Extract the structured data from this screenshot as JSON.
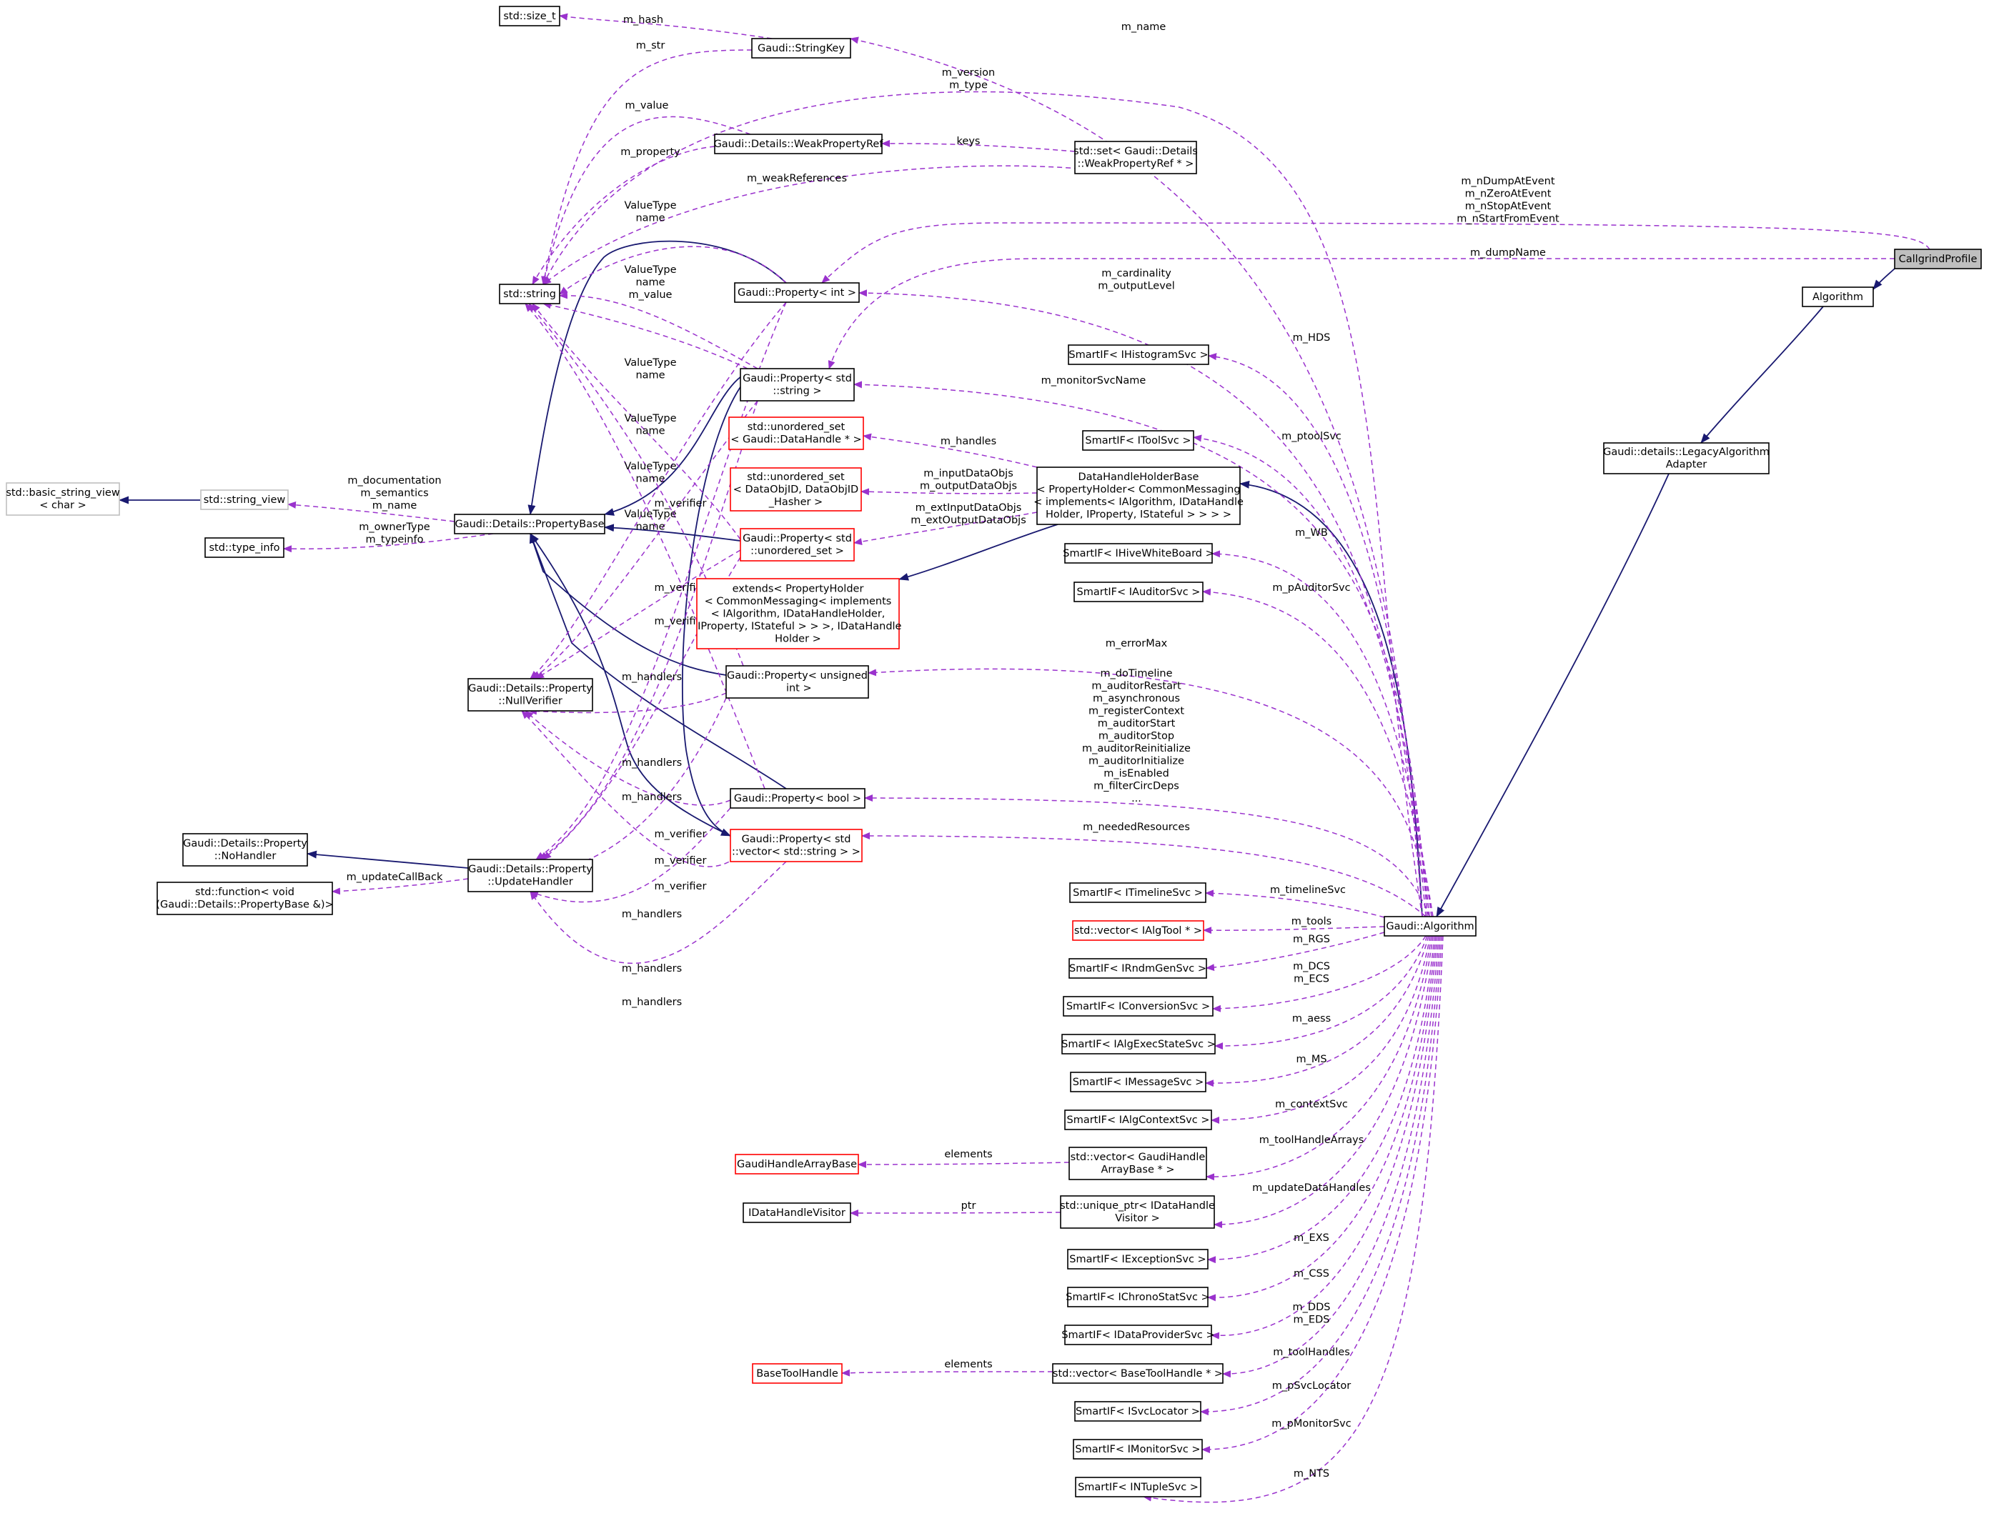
{
  "nodes": {
    "callgrind": [
      "CallgrindProfile"
    ],
    "algorithm": [
      "Algorithm"
    ],
    "legacy": [
      "Gaudi::details::LegacyAlgorithm",
      "Adapter"
    ],
    "gaudi_alg": [
      "Gaudi::Algorithm"
    ],
    "size_t": [
      "std::size_t"
    ],
    "stringkey": [
      "Gaudi::StringKey"
    ],
    "weakref": [
      "Gaudi::Details::WeakPropertyRef"
    ],
    "set_weak": [
      "std::set< Gaudi::Details",
      "::WeakPropertyRef * >"
    ],
    "string": [
      "std::string"
    ],
    "prop_int": [
      "Gaudi::Property< int >"
    ],
    "prop_string": [
      "Gaudi::Property< std",
      "::string >"
    ],
    "uset_handle": [
      "std::unordered_set",
      "< Gaudi::DataHandle * >"
    ],
    "uset_dataobj": [
      "std::unordered_set",
      "< DataObjID, DataObjID",
      "_Hasher >"
    ],
    "prop_uset": [
      "Gaudi::Property< std",
      "::unordered_set >"
    ],
    "extends": [
      "extends< PropertyHolder",
      "< CommonMessaging< implements",
      "< IAlgorithm, IDataHandleHolder,",
      " IProperty, IStateful > > >, IDataHandle",
      "Holder >"
    ],
    "prop_unsigned": [
      "Gaudi::Property< unsigned",
      " int >"
    ],
    "prop_bool": [
      "Gaudi::Property< bool >"
    ],
    "prop_vector": [
      "Gaudi::Property< std",
      "::vector< std::string > >"
    ],
    "dhhb": [
      "DataHandleHolderBase",
      "< PropertyHolder< CommonMessaging",
      "< implements< IAlgorithm, IDataHandle",
      "Holder, IProperty, IStateful > > > >"
    ],
    "basic_sv": [
      "std::basic_string_view",
      "< char >"
    ],
    "string_view": [
      "std::string_view"
    ],
    "propbase": [
      "Gaudi::Details::PropertyBase"
    ],
    "type_info": [
      "std::type_info"
    ],
    "nullverifier": [
      "Gaudi::Details::Property",
      "::NullVerifier"
    ],
    "nohandler": [
      "Gaudi::Details::Property",
      "::NoHandler"
    ],
    "updatehandler": [
      "Gaudi::Details::Property",
      "::UpdateHandler"
    ],
    "std_function": [
      "std::function< void",
      "(Gaudi::Details::PropertyBase &)>"
    ],
    "histosvc": [
      "SmartIF< IHistogramSvc >"
    ],
    "toolsvc": [
      "SmartIF< IToolSvc >"
    ],
    "whiteboard": [
      "SmartIF< IHiveWhiteBoard >"
    ],
    "auditorsvc": [
      "SmartIF< IAuditorSvc >"
    ],
    "timelinesvc": [
      "SmartIF< ITimelineSvc >"
    ],
    "vec_algtool": [
      "std::vector< IAlgTool * >"
    ],
    "rndmgen": [
      "SmartIF< IRndmGenSvc >"
    ],
    "conversion": [
      "SmartIF< IConversionSvc >"
    ],
    "algexec": [
      "SmartIF< IAlgExecStateSvc >"
    ],
    "messagesvc": [
      "SmartIF< IMessageSvc >"
    ],
    "algcontext": [
      "SmartIF< IAlgContextSvc >"
    ],
    "ghab": [
      "GaudiHandleArrayBase"
    ],
    "vec_ghab": [
      "std::vector< GaudiHandle",
      "ArrayBase * >"
    ],
    "dh_visitor": [
      "IDataHandleVisitor"
    ],
    "uptr_visitor": [
      "std::unique_ptr< IDataHandle",
      "Visitor >"
    ],
    "exceptionsvc": [
      "SmartIF< IExceptionSvc >"
    ],
    "chronostat": [
      "SmartIF< IChronoStatSvc >"
    ],
    "dataprovider": [
      "SmartIF< IDataProviderSvc >"
    ],
    "basetoolhandle": [
      "BaseToolHandle"
    ],
    "vec_bth": [
      "std::vector< BaseToolHandle * >"
    ],
    "svclocator": [
      "SmartIF< ISvcLocator >"
    ],
    "monitorsvc": [
      "SmartIF< IMonitorSvc >"
    ],
    "ntuplesvc": [
      "SmartIF< INTupleSvc >"
    ]
  },
  "edges": {
    "m_hash": [
      "m_hash"
    ],
    "m_str": [
      "m_str"
    ],
    "m_name": [
      "m_name"
    ],
    "m_version": [
      "m_version",
      "m_type"
    ],
    "m_value_weak": [
      "m_value"
    ],
    "m_property": [
      "m_property"
    ],
    "keys": [
      "keys"
    ],
    "m_weakrefs": [
      "m_weakReferences"
    ],
    "callgrind_int": [
      "m_nDumpAtEvent",
      "m_nZeroAtEvent",
      "m_nStopAtEvent",
      "m_nStartFromEvent"
    ],
    "m_dumpname": [
      "m_dumpName"
    ],
    "vt_int": [
      "ValueType",
      "name"
    ],
    "vt_int_value": [
      "ValueType",
      "name",
      "m_value"
    ],
    "vt_string": [
      "ValueType",
      "name"
    ],
    "vt_uset": [
      "ValueType",
      "name"
    ],
    "vt_unsigned": [
      "ValueType",
      "name"
    ],
    "vt_bool": [
      "ValueType",
      "name"
    ],
    "m_cardinality": [
      "m_cardinality",
      "m_outputLevel"
    ],
    "m_hds": [
      "m_HDS"
    ],
    "m_monitorsvcname": [
      "m_monitorSvcName"
    ],
    "m_ptoolsvc": [
      "m_ptoolSvc"
    ],
    "m_handles": [
      "m_handles"
    ],
    "m_inputdataobjs": [
      "m_inputDataObjs",
      "m_outputDataObjs"
    ],
    "m_extinput": [
      "m_extInputDataObjs",
      "m_extOutputDataObjs"
    ],
    "m_wb": [
      "m_WB"
    ],
    "m_pauditorsvc": [
      "m_pAuditorSvc"
    ],
    "m_errormax": [
      "m_errorMax"
    ],
    "m_dotimeline": [
      "m_doTimeline",
      "m_auditorRestart",
      "m_asynchronous",
      "m_registerContext",
      "m_auditorStart",
      "m_auditorStop",
      "m_auditorReinitialize",
      "m_auditorInitialize",
      "m_isEnabled",
      "m_filterCircDeps",
      "..."
    ],
    "m_neededresources": [
      "m_neededResources"
    ],
    "m_timelinesvc": [
      "m_timelineSvc"
    ],
    "m_tools": [
      "m_tools"
    ],
    "m_rgs": [
      "m_RGS"
    ],
    "m_dcs": [
      "m_DCS",
      "m_ECS"
    ],
    "m_aess": [
      "m_aess"
    ],
    "m_ms": [
      "m_MS"
    ],
    "m_contextsvc": [
      "m_contextSvc"
    ],
    "m_toolhandlearrays": [
      "m_toolHandleArrays"
    ],
    "elements_ghab": [
      "elements"
    ],
    "m_updatedatahandles": [
      "m_updateDataHandles"
    ],
    "ptr": [
      "ptr"
    ],
    "m_exs": [
      "m_EXS"
    ],
    "m_css": [
      "m_CSS"
    ],
    "m_dds": [
      "m_DDS",
      "m_EDS"
    ],
    "m_toolhandles": [
      "m_toolHandles"
    ],
    "elements_bth": [
      "elements"
    ],
    "m_psvclocator": [
      "m_pSvcLocator"
    ],
    "m_pmonitorsvc": [
      "m_pMonitorSvc"
    ],
    "m_nts": [
      "m_NTS"
    ],
    "m_documentation": [
      "m_documentation",
      "m_semantics",
      "m_name"
    ],
    "m_ownertype": [
      "m_ownerType",
      "m_typeinfo"
    ],
    "m_updatecallback": [
      "m_updateCallBack"
    ],
    "m_verifier_1": [
      "m_verifier"
    ],
    "m_verifier_2": [
      "m_verifier"
    ],
    "m_verifier_3": [
      "m_verifier"
    ],
    "m_verifier_4": [
      "m_verifier"
    ],
    "m_verifier_5": [
      "m_verifier"
    ],
    "m_verifier_6": [
      "m_verifier"
    ],
    "m_handlers_1": [
      "m_handlers"
    ],
    "m_handlers_2": [
      "m_handlers"
    ],
    "m_handlers_3": [
      "m_handlers"
    ],
    "m_handlers_4": [
      "m_handlers"
    ],
    "m_handlers_5": [
      "m_handlers"
    ],
    "m_handlers_6": [
      "m_handlers"
    ]
  }
}
